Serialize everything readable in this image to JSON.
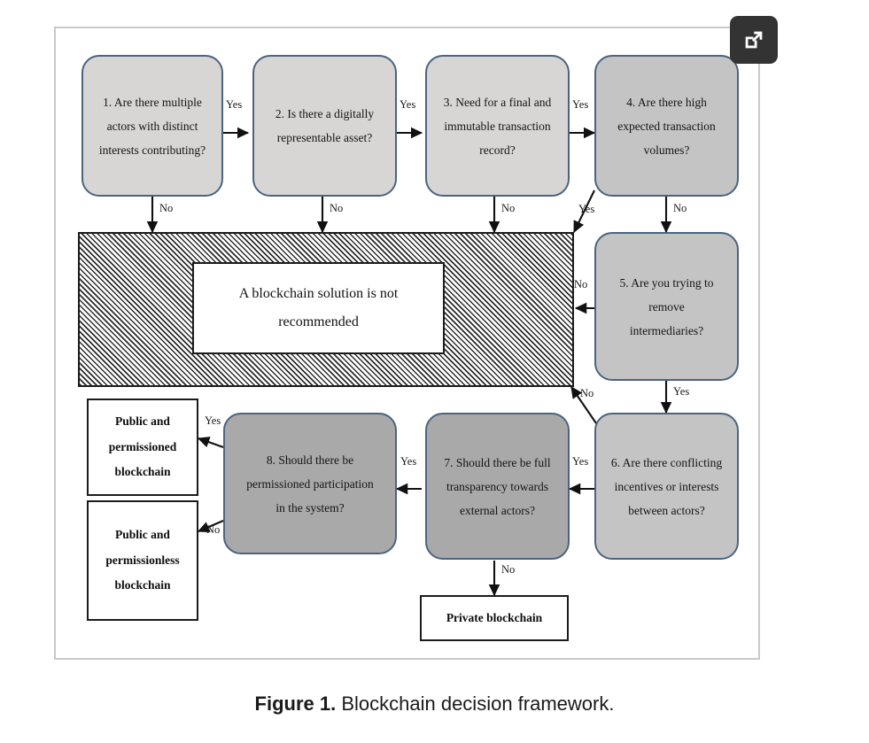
{
  "figure": {
    "caption_label": "Figure 1.",
    "caption_text": " Blockchain decision framework.",
    "expand_icon": "open-in-new-icon"
  },
  "colors": {
    "node_border": "#4a6480",
    "node_fill_light": "#d8d6d4",
    "node_fill_medium": "#c4c4c4",
    "node_fill_dark": "#a9a9a9",
    "terminal_border": "#1b1b1b",
    "hatch_line": "#2b2b2b",
    "frame_border": "#c9c9c9",
    "expand_button_bg": "#333333"
  },
  "nodes": {
    "q1": {
      "line1": "1. Are there multiple",
      "line2": "actors with distinct",
      "line3": "interests contributing?"
    },
    "q2": {
      "line1": "2. Is there a digitally",
      "line2": "representable asset?"
    },
    "q3": {
      "line1": "3. Need for a final and",
      "line2": "immutable transaction",
      "line3": "record?"
    },
    "q4": {
      "line1": "4. Are there high",
      "line2": "expected transaction",
      "line3": "volumes?"
    },
    "q5": {
      "line1": "5. Are you trying to",
      "line2": "remove",
      "line3": "intermediaries?"
    },
    "q6": {
      "line1": "6. Are there conflicting",
      "line2": "incentives or interests",
      "line3": "between actors?"
    },
    "q7": {
      "line1": "7. Should there be full",
      "line2": "transparency towards",
      "line3": "external actors?"
    },
    "q8": {
      "line1": "8. Should there be",
      "line2": "permissioned participation",
      "line3": "in the system?"
    }
  },
  "outcomes": {
    "not_recommended": {
      "line1": "A blockchain solution is not",
      "line2": "recommended"
    },
    "public_permissioned": {
      "line1": "Public and",
      "line2": "permissioned",
      "line3": "blockchain"
    },
    "public_permissionless": {
      "line1": "Public and",
      "line2": "permissionless",
      "line3": "blockchain"
    },
    "private": {
      "line1": "Private blockchain"
    }
  },
  "edge_labels": {
    "q1_yes": "Yes",
    "q1_no": "No",
    "q2_yes": "Yes",
    "q2_no": "No",
    "q3_yes": "Yes",
    "q3_no": "No",
    "q4_yes": "Yes",
    "q4_no": "No",
    "q5_no": "No",
    "q5_yes": "Yes",
    "q6_no": "No",
    "q6_yes": "Yes",
    "q7_yes": "Yes",
    "q7_no": "No",
    "q8_yes": "Yes",
    "q8_no": "No"
  },
  "chart_data": {
    "type": "diagram",
    "title": "Blockchain decision framework",
    "diagram_kind": "decision-flowchart",
    "decision_nodes": [
      {
        "id": 1,
        "text": "Are there multiple actors with distinct interests contributing?",
        "yes": "2",
        "no": "not-recommended"
      },
      {
        "id": 2,
        "text": "Is there a digitally representable asset?",
        "yes": "3",
        "no": "not-recommended"
      },
      {
        "id": 3,
        "text": "Need for a final and immutable transaction record?",
        "yes": "4",
        "no": "not-recommended"
      },
      {
        "id": 4,
        "text": "Are there high expected transaction volumes?",
        "yes": "not-recommended",
        "no": "5"
      },
      {
        "id": 5,
        "text": "Are you trying to remove intermediaries?",
        "yes": "6",
        "no": "not-recommended"
      },
      {
        "id": 6,
        "text": "Are there conflicting incentives or interests between actors?",
        "yes": "7",
        "no": "not-recommended"
      },
      {
        "id": 7,
        "text": "Should there be full transparency towards external actors?",
        "yes": "8",
        "no": "private-blockchain"
      },
      {
        "id": 8,
        "text": "Should there be permissioned participation in the system?",
        "yes": "public-and-permissioned-blockchain",
        "no": "public-and-permissionless-blockchain"
      }
    ],
    "terminal_nodes": [
      "A blockchain solution is not recommended",
      "Public and permissioned blockchain",
      "Public and permissionless blockchain",
      "Private blockchain"
    ]
  }
}
